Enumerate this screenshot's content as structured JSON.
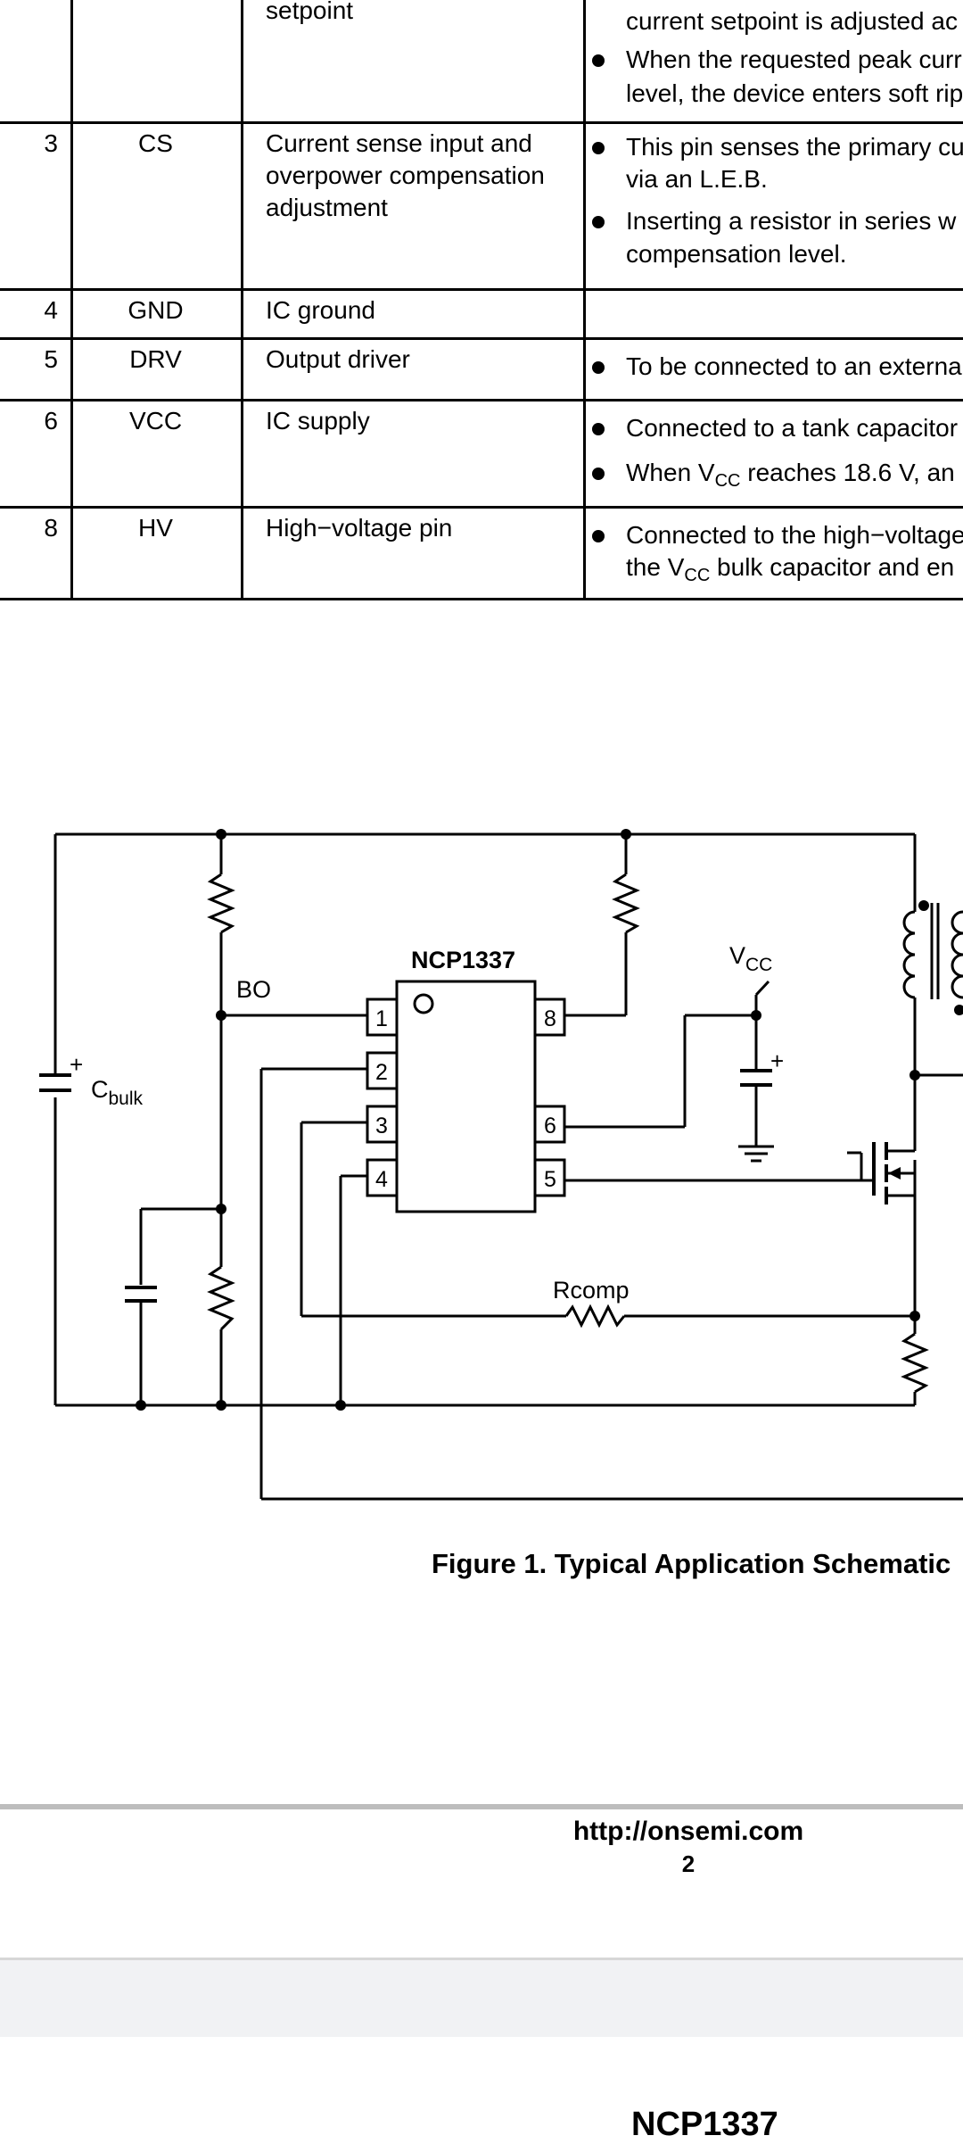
{
  "table": {
    "rows": [
      {
        "num": "",
        "name": "",
        "function": "setpoint",
        "bullets": [
          "current setpoint is adjusted ac",
          "When the requested peak curr",
          "level, the device enters soft rip"
        ]
      },
      {
        "num": "3",
        "name": "CS",
        "function": "Current sense input and overpower compensation adjustment",
        "bullets": [
          "This pin senses the primary cu",
          "via an L.E.B.",
          "Inserting a resistor in series w",
          "compensation level."
        ]
      },
      {
        "num": "4",
        "name": "GND",
        "function": "IC ground",
        "bullets": []
      },
      {
        "num": "5",
        "name": "DRV",
        "function": "Output driver",
        "bullets": [
          "To be connected to an externa"
        ]
      },
      {
        "num": "6",
        "name": "VCC",
        "function": "IC supply",
        "bullets": [
          "Connected to a tank capacitor",
          "When V",
          "CC",
          " reaches 18.6 V, an"
        ]
      },
      {
        "num": "8",
        "name": "HV",
        "function": "High−voltage pin",
        "bullets": [
          "Connected to the high−voltage",
          "the V",
          "CC",
          " bulk capacitor and en"
        ]
      }
    ]
  },
  "schematic": {
    "ic_label": "NCP1337",
    "pins": [
      "1",
      "2",
      "3",
      "4",
      "5",
      "6",
      "8"
    ],
    "bo_label": "BO",
    "vcc_label": "V",
    "vcc_sub": "CC",
    "cbulk_label": "C",
    "cbulk_sub": "bulk",
    "rcomp_label": "Rcomp",
    "plus": "+"
  },
  "caption": "Figure 1. Typical Application Schematic",
  "footer": {
    "url": "http://onsemi.com",
    "page": "2"
  },
  "next_page_header": "NCP1337"
}
